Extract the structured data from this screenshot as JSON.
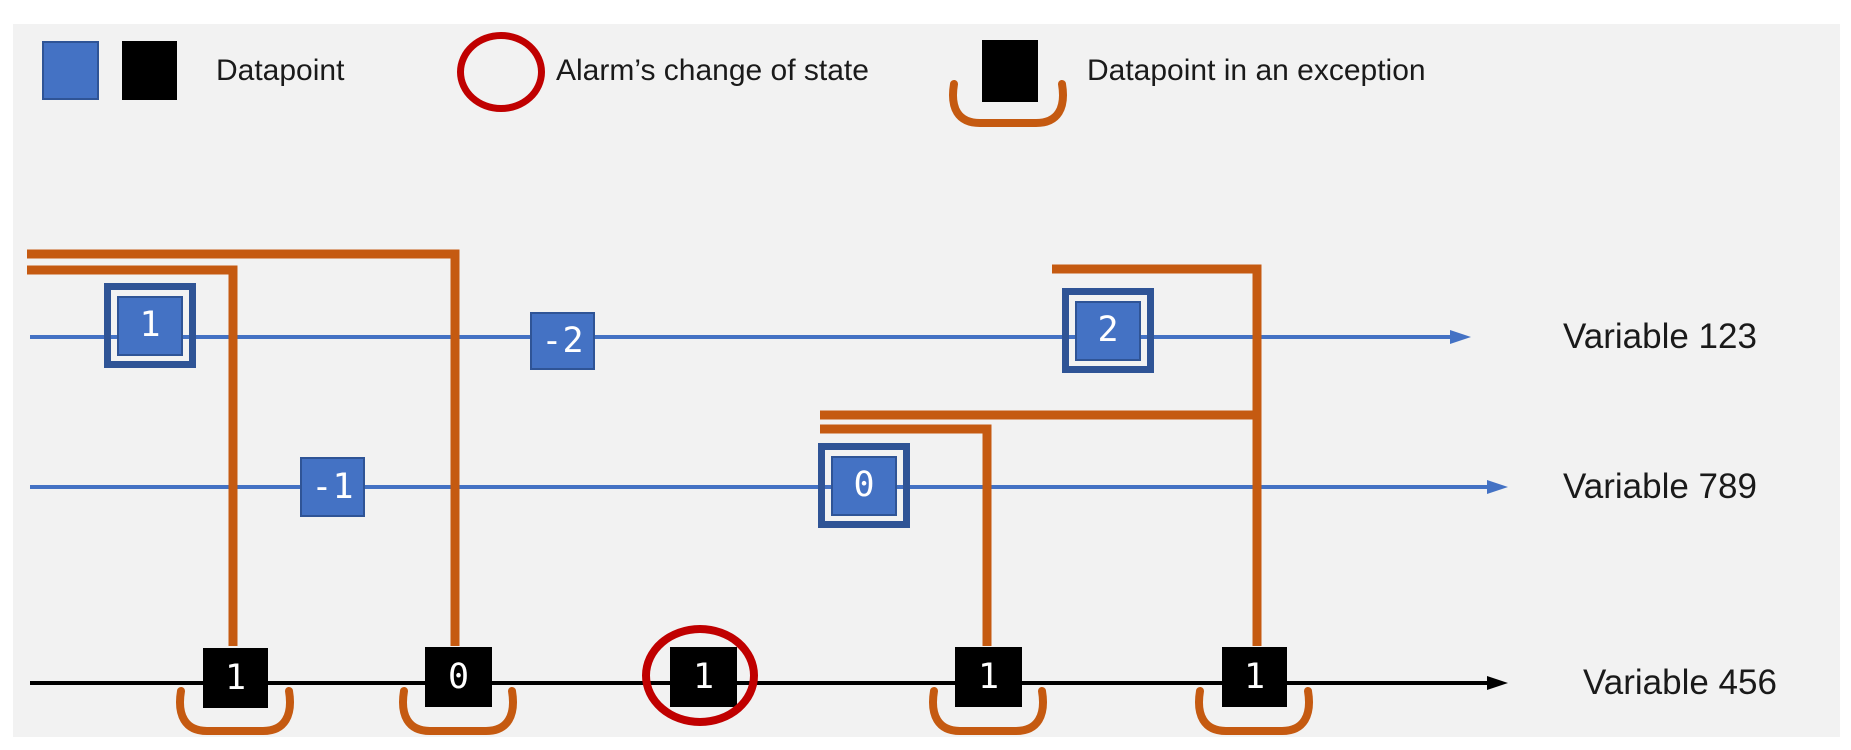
{
  "legend": {
    "items": [
      {
        "label": "Datapoint"
      },
      {
        "label": "Alarm’s change of state"
      },
      {
        "label": "Datapoint in an exception"
      }
    ]
  },
  "timelines": [
    {
      "name": "Variable 123",
      "datapoints": [
        {
          "value": "1",
          "style": "double-border"
        },
        {
          "value": "-2",
          "style": "single"
        },
        {
          "value": "2",
          "style": "double-border"
        }
      ]
    },
    {
      "name": "Variable 789",
      "datapoints": [
        {
          "value": "-1",
          "style": "single"
        },
        {
          "value": "0",
          "style": "double-border"
        }
      ]
    },
    {
      "name": "Variable 456",
      "datapoints": [
        {
          "value": "1",
          "exception": true
        },
        {
          "value": "0",
          "exception": true
        },
        {
          "value": "1",
          "alarm_change_of_state": true
        },
        {
          "value": "1",
          "exception": true
        },
        {
          "value": "1",
          "exception": true
        }
      ]
    }
  ],
  "colors": {
    "panel_background": "#F2F2F2",
    "datapoint_blue": "#4472C4",
    "border_navy": "#2F5496",
    "exception_orange": "#C55A11",
    "alarm_red": "#C00000",
    "datapoint_black": "#000000"
  }
}
